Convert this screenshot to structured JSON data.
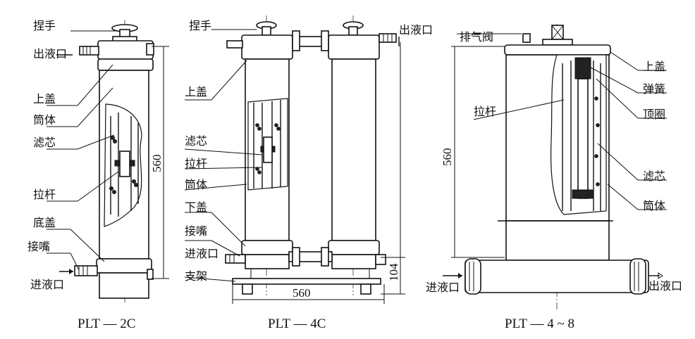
{
  "figures": [
    {
      "caption": "PLT — 2C",
      "labels": {
        "handle": "捏手",
        "outlet": "出液口",
        "top_cover": "上盖",
        "housing": "筒体",
        "filter_core": "滤芯",
        "pull_rod": "拉杆",
        "bottom_cover": "底盖",
        "nozzle": "接嘴",
        "inlet": "进液口"
      },
      "dimensions": {
        "height": "560"
      }
    },
    {
      "caption": "PLT — 4C",
      "labels": {
        "handle": "捏手",
        "outlet": "出液口",
        "top_cover": "上盖",
        "filter_core": "滤芯",
        "pull_rod": "拉杆",
        "housing": "筒体",
        "lower_cover": "下盖",
        "nozzle": "接嘴",
        "inlet": "进液口",
        "bracket": "支架"
      },
      "dimensions": {
        "width": "560",
        "base_height": "104"
      }
    },
    {
      "caption": "PLT — 4 ~ 8",
      "labels": {
        "vent_valve": "排气阀",
        "top_cover": "上盖",
        "spring": "弹簧",
        "top_ring": "顶圈",
        "pull_rod": "拉杆",
        "filter_core": "滤芯",
        "housing": "筒体",
        "inlet": "进液口",
        "outlet": "出液口"
      },
      "dimensions": {
        "height": "560"
      }
    }
  ]
}
